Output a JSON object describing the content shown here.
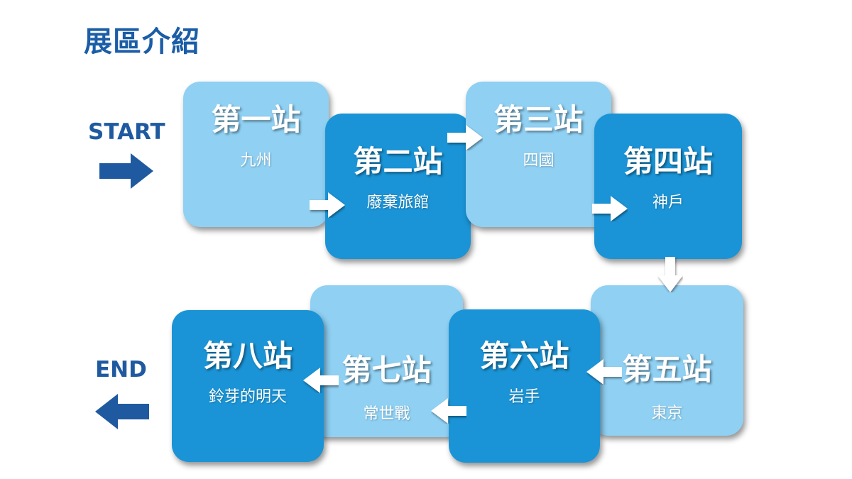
{
  "page": {
    "title": "展區介紹"
  },
  "flow": {
    "start_label": "START",
    "end_label": "END"
  },
  "colors": {
    "light_box": "#8fd0f3",
    "dark_box": "#1a94d6",
    "title": "#1b5da6",
    "flow_arrow": "#1f5aa0",
    "connector": "#ffffff"
  },
  "stations": [
    {
      "name": "第一站",
      "place": "九州"
    },
    {
      "name": "第二站",
      "place": "廢棄旅館"
    },
    {
      "name": "第三站",
      "place": "四國"
    },
    {
      "name": "第四站",
      "place": "神戶"
    },
    {
      "name": "第五站",
      "place": "東京"
    },
    {
      "name": "第六站",
      "place": "岩手"
    },
    {
      "name": "第七站",
      "place": "常世戰"
    },
    {
      "name": "第八站",
      "place": "鈴芽的明天"
    }
  ]
}
